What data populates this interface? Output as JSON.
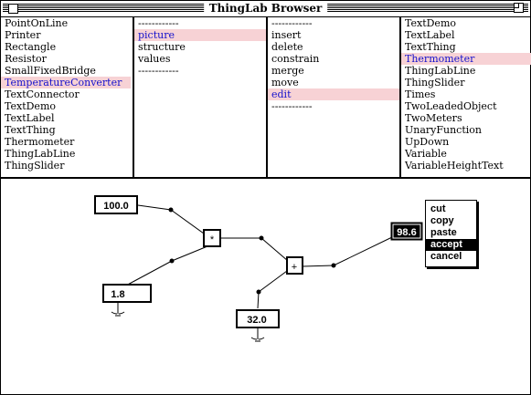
{
  "window": {
    "title": "ThingLab Browser"
  },
  "panes": {
    "classes": {
      "items": [
        "PointOnLine",
        "Printer",
        "Rectangle",
        "Resistor",
        "SmallFixedBridge",
        "TemperatureConverter",
        "TextConnector",
        "TextDemo",
        "TextLabel",
        "TextThing",
        "Thermometer",
        "ThingLabLine",
        "ThingSlider"
      ],
      "selected": "TemperatureConverter"
    },
    "categories": {
      "separator": "------------",
      "items": [
        "picture",
        "structure",
        "values"
      ],
      "selected": "picture"
    },
    "operations": {
      "separator": "------------",
      "items": [
        "insert",
        "delete",
        "constrain",
        "merge",
        "move",
        "edit"
      ],
      "selected": "edit"
    },
    "parts": {
      "items": [
        "TextDemo",
        "TextLabel",
        "TextThing",
        "Thermometer",
        "ThingLabLine",
        "ThingSlider",
        "Times",
        "TwoLeadedObject",
        "TwoMeters",
        "UnaryFunction",
        "UpDown",
        "Variable",
        "VariableHeightText"
      ],
      "selected": "Thermometer"
    }
  },
  "canvas": {
    "values": {
      "input": "100.0",
      "factor": "1.8",
      "offset": "32.0",
      "result": "98.6"
    },
    "operators": {
      "times": "*",
      "plus": "+"
    },
    "anchor_glyph": "↓"
  },
  "context_menu": {
    "items": [
      "cut",
      "copy",
      "paste",
      "accept",
      "cancel"
    ],
    "highlighted": "accept"
  }
}
